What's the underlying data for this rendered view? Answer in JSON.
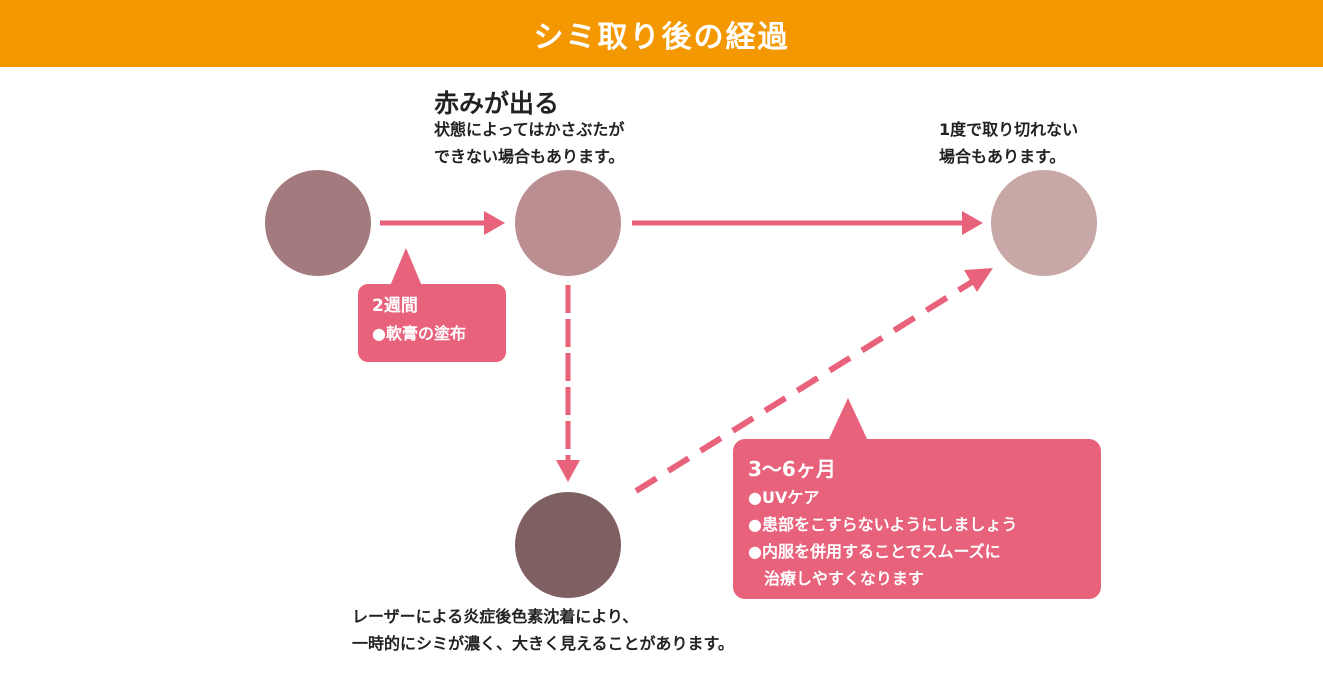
{
  "header": {
    "title": "シミ取り後の経過"
  },
  "redness": {
    "heading": "赤みが出る",
    "lines": [
      "状態によってはかさぶたが",
      "できない場合もあります。"
    ]
  },
  "incomplete": {
    "lines": [
      "1度で取り切れない",
      "場合もあります。"
    ]
  },
  "callout_two_weeks": {
    "title": "2週間",
    "items": [
      "●軟膏の塗布"
    ]
  },
  "callout_months": {
    "title": "3〜6ヶ月",
    "items": [
      "●UVケア",
      "●患部をこすらないようにしましょう",
      "●内服を併用することでスムーズに",
      "　治療しやすくなります"
    ]
  },
  "pigmentation": {
    "lines": [
      "レーザーによる炎症後色素沈着により、",
      "一時的にシミが濃く、大きく見えることがあります。"
    ]
  },
  "colors": {
    "accent": "#e8627c",
    "header": "#f39800",
    "spot_initial": "#a37b7e",
    "spot_redness": "#bb8f92",
    "spot_final": "#c8a8a6",
    "spot_darkened": "#7f6062"
  }
}
